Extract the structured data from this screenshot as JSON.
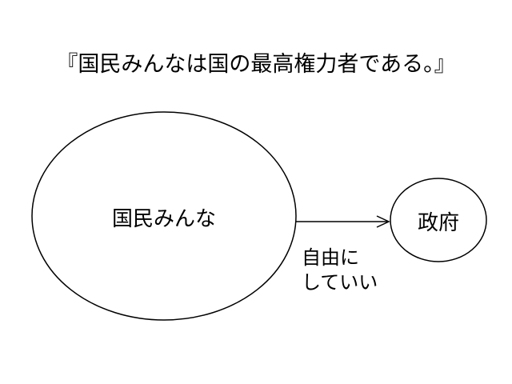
{
  "title": "『国民みんなは国の最高権力者である。』",
  "nodes": {
    "people": "国民みんな",
    "government": "政府"
  },
  "edge": {
    "label_line1": "自由に",
    "label_line2": "していい"
  }
}
